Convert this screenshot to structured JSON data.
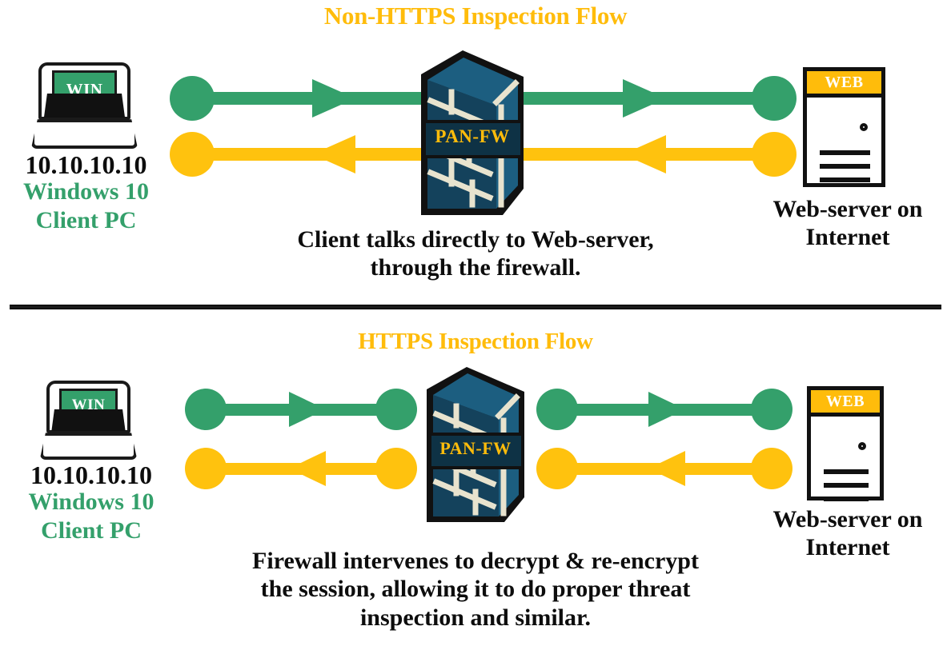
{
  "diagram": {
    "title_accent_color": "#FFBC0B",
    "green_color": "#34A06B",
    "gold_color": "#FFC20E",
    "firewall_dark_blue": "#14425C",
    "firewall_mid_blue": "#1C5E80",
    "firewall_mortar": "#E8E3CE"
  },
  "sections": [
    {
      "id": "non-https",
      "title": "Non-HTTPS Inspection Flow",
      "client": {
        "screen_label": "WIN",
        "ip": "10.10.10.10",
        "name_line1": "Windows 10",
        "name_line2": "Client PC"
      },
      "firewall": {
        "label": "PAN-FW"
      },
      "server": {
        "header_label": "WEB",
        "name_line1": "Web-server on",
        "name_line2": "Internet"
      },
      "flows": [
        {
          "direction": "right",
          "color": "#34A06B",
          "segments": 1,
          "label": "client-to-server-request"
        },
        {
          "direction": "left",
          "color": "#FFC20E",
          "segments": 1,
          "label": "server-to-client-response"
        }
      ],
      "caption_line1": "Client talks directly to Web-server,",
      "caption_line2": "through the firewall."
    },
    {
      "id": "https",
      "title": "HTTPS Inspection Flow",
      "client": {
        "screen_label": "WIN",
        "ip": "10.10.10.10",
        "name_line1": "Windows 10",
        "name_line2": "Client PC"
      },
      "firewall": {
        "label": "PAN-FW"
      },
      "server": {
        "header_label": "WEB",
        "name_line1": "Web-server on",
        "name_line2": "Internet"
      },
      "flows": [
        {
          "direction": "right",
          "color": "#34A06B",
          "segments": 2,
          "label": "client-to-firewall-and-firewall-to-server-request"
        },
        {
          "direction": "left",
          "color": "#FFC20E",
          "segments": 2,
          "label": "server-to-firewall-and-firewall-to-client-response"
        }
      ],
      "caption_line1": "Firewall intervenes to decrypt & re-encrypt",
      "caption_line2": "the session, allowing it to do proper threat",
      "caption_line3": "inspection and similar."
    }
  ]
}
